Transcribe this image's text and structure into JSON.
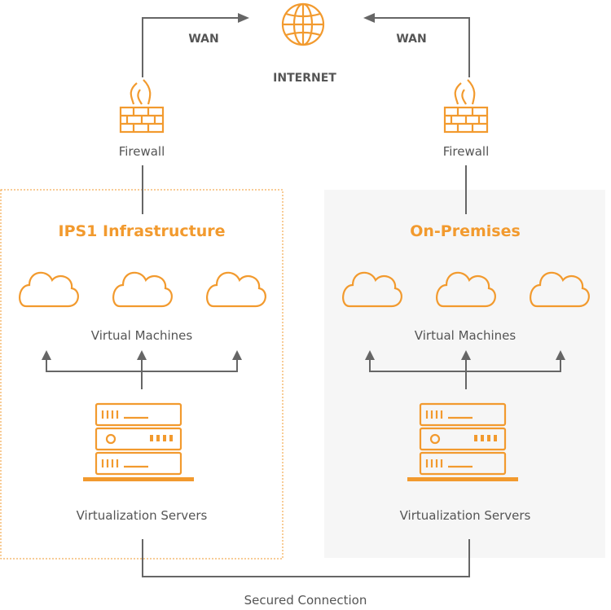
{
  "colors": {
    "accent": "#f29a2e",
    "line": "#666666",
    "text": "#555555",
    "panel_bg": "#f6f6f6"
  },
  "internet": {
    "label": "INTERNET",
    "icon": "globe-icon"
  },
  "wan_left": "WAN",
  "wan_right": "WAN",
  "left": {
    "firewall_label": "Firewall",
    "title": "IPS1 Infrastructure",
    "vm_label": "Virtual Machines",
    "server_label": "Virtualization Servers"
  },
  "right": {
    "firewall_label": "Firewall",
    "title": "On-Premises",
    "vm_label": "Virtual Machines",
    "server_label": "Virtualization Servers"
  },
  "connection_label": "Secured Connection"
}
